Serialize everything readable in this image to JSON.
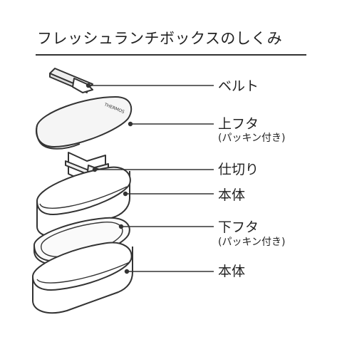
{
  "title": "フレッシュランチボックスのしくみ",
  "brand_mark": "THERMOS",
  "parts": {
    "belt": {
      "label": "ベルト"
    },
    "top_lid": {
      "label": "上フタ",
      "note": "(パッキン付き)"
    },
    "divider": {
      "label": "仕切り"
    },
    "upper_body": {
      "label": "本体"
    },
    "bottom_lid": {
      "label": "下フタ",
      "note": "(パッキン付き)"
    },
    "lower_body": {
      "label": "本体"
    }
  }
}
